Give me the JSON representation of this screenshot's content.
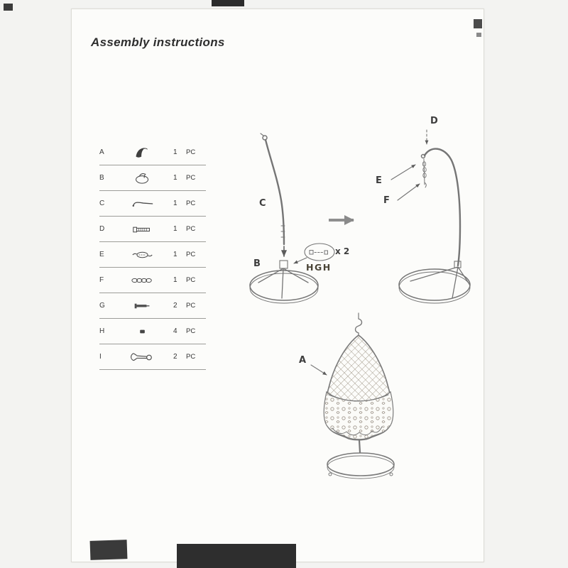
{
  "page": {
    "title": "Assembly instructions"
  },
  "parts_list": {
    "rows": [
      {
        "letter": "A",
        "icon": "chair-body",
        "qty": "1",
        "unit": "PC"
      },
      {
        "letter": "B",
        "icon": "base-ring",
        "qty": "1",
        "unit": "PC"
      },
      {
        "letter": "C",
        "icon": "pole-rod",
        "qty": "1",
        "unit": "PC"
      },
      {
        "letter": "D",
        "icon": "bolt",
        "qty": "1",
        "unit": "PC"
      },
      {
        "letter": "E",
        "icon": "spring-link",
        "qty": "1",
        "unit": "PC"
      },
      {
        "letter": "F",
        "icon": "chain",
        "qty": "1",
        "unit": "PC"
      },
      {
        "letter": "G",
        "icon": "screw",
        "qty": "2",
        "unit": "PC"
      },
      {
        "letter": "H",
        "icon": "nut",
        "qty": "4",
        "unit": "PC"
      },
      {
        "letter": "I",
        "icon": "wrench",
        "qty": "2",
        "unit": "PC"
      }
    ]
  },
  "diagram": {
    "step1": {
      "pole_label": "C",
      "base_label": "B",
      "hardware_label": "HGH",
      "hardware_qty": "x 2"
    },
    "step2": {
      "top_label": "D",
      "spring_label": "E",
      "chain_label": "F"
    },
    "step3": {
      "chair_label": "A"
    }
  }
}
